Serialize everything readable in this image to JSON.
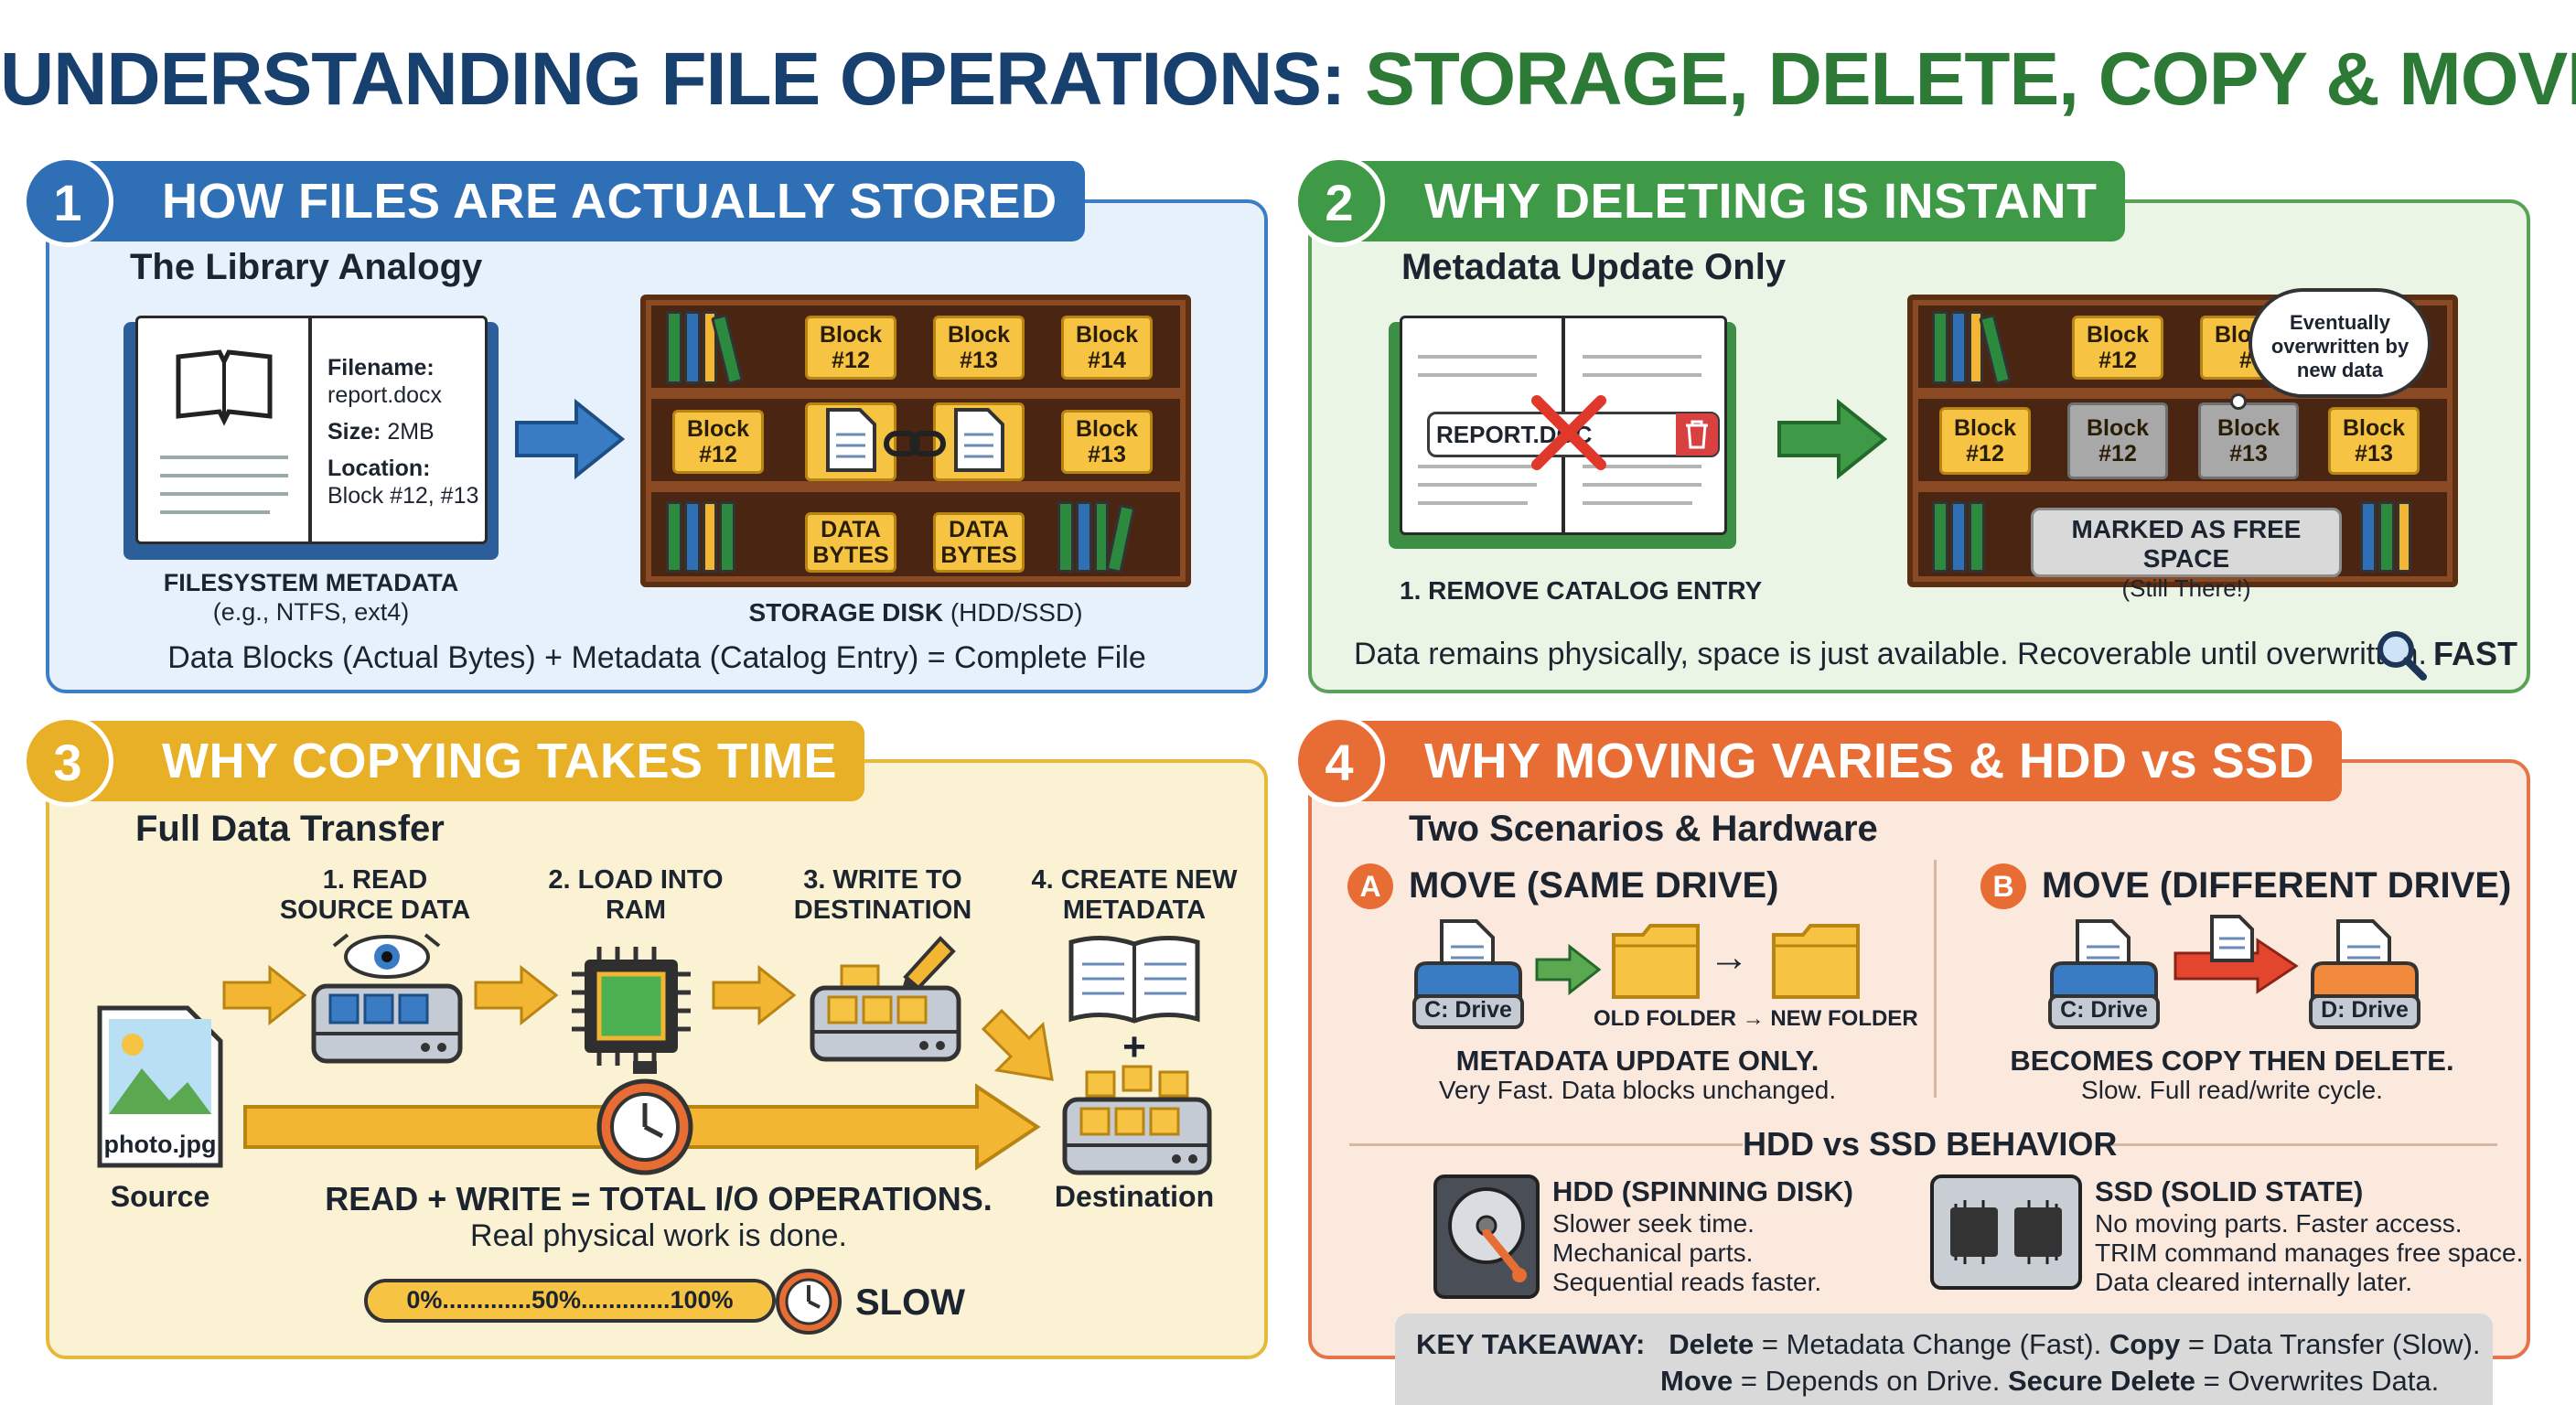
{
  "title": {
    "part1": "UNDERSTANDING FILE OPERATIONS:",
    "part2": "STORAGE, DELETE, COPY & MOVE"
  },
  "colors": {
    "blue": "#3d7dc3",
    "green": "#3f9a47",
    "yellow": "#e7b026",
    "orange": "#e86d34"
  },
  "p1": {
    "num": "1",
    "header": "HOW FILES ARE ACTUALLY STORED",
    "sub": "The Library Analogy",
    "meta": {
      "fn_label": "Filename:",
      "fn": "report.docx",
      "size_label": "Size:",
      "size": "2MB",
      "loc_label": "Location:",
      "loc": "Block #12, #13"
    },
    "meta_caption": "FILESYSTEM METADATA",
    "meta_caption2": "(e.g., NTFS, ext4)",
    "blocks_top": [
      "Block\n#12",
      "Block\n#13",
      "Block\n#14"
    ],
    "block_left": "Block\n#12",
    "block_right": "Block\n#13",
    "data_bytes": [
      "DATA\nBYTES",
      "DATA\nBYTES"
    ],
    "disk_caption_bold": "STORAGE DISK",
    "disk_caption": " (HDD/SSD)",
    "equation": "Data Blocks (Actual Bytes) + Metadata (Catalog Entry) = Complete File"
  },
  "p2": {
    "num": "2",
    "header": "WHY DELETING IS INSTANT",
    "sub": "Metadata Update Only",
    "entry": "REPORT.DOC",
    "step": "1. REMOVE CATALOG ENTRY",
    "blocks_top": [
      "Block\n#12",
      "Block\n#"
    ],
    "bubble": "Eventually\noverwritten by\nnew data",
    "blocks_mid": [
      "Block\n#12",
      "Block\n#12",
      "Block\n#13",
      "Block\n#13"
    ],
    "free_label": "MARKED AS FREE SPACE",
    "free_sub": "(Still There!)",
    "note": "Data remains physically, space is just available. Recoverable until overwritten.",
    "speed": "FAST"
  },
  "p3": {
    "num": "3",
    "header": "WHY COPYING TAKES TIME",
    "sub": "Full Data Transfer",
    "steps": [
      "1. READ\nSOURCE DATA",
      "2. LOAD INTO\nRAM",
      "3. WRITE TO\nDESTINATION",
      "4. CREATE NEW\nMETADATA"
    ],
    "plus": "+",
    "file": "photo.jpg",
    "source": "Source",
    "destination": "Destination",
    "summary": "READ + WRITE = TOTAL I/O OPERATIONS.",
    "summary2": "Real physical work is done.",
    "progress": "0%.............50%.............100%",
    "speed": "SLOW"
  },
  "p4": {
    "num": "4",
    "header": "WHY MOVING VARIES & HDD vs SSD",
    "sub": "Two Scenarios & Hardware",
    "a": {
      "badge": "A",
      "title": "MOVE (SAME DRIVE)",
      "drive": "C: Drive",
      "folders": "OLD FOLDER → NEW FOLDER",
      "result": "METADATA UPDATE ONLY.",
      "result2": "Very Fast. Data blocks unchanged."
    },
    "b": {
      "badge": "B",
      "title": "MOVE (DIFFERENT DRIVE)",
      "drive1": "C: Drive",
      "drive2": "D: Drive",
      "result": "BECOMES COPY THEN DELETE.",
      "result2": "Slow. Full read/write cycle."
    },
    "hw_title": "HDD vs SSD BEHAVIOR",
    "hdd": {
      "title": "HDD (SPINNING DISK)",
      "lines": [
        "Slower seek time.",
        "Mechanical parts.",
        "Sequential reads faster."
      ]
    },
    "ssd": {
      "title": "SSD (SOLID STATE)",
      "lines": [
        "No moving parts. Faster access.",
        "TRIM command manages free space.",
        "Data cleared internally later."
      ]
    },
    "takeaway": {
      "label": "KEY TAKEAWAY:",
      "k1": "Delete",
      "v1": " = Metadata Change (Fast). ",
      "k2": "Copy",
      "v2": " = Data Transfer (Slow).",
      "k3": "Move",
      "v3": " = Depends on Drive. ",
      "k4": "Secure Delete",
      "v4": " = Overwrites Data."
    }
  }
}
